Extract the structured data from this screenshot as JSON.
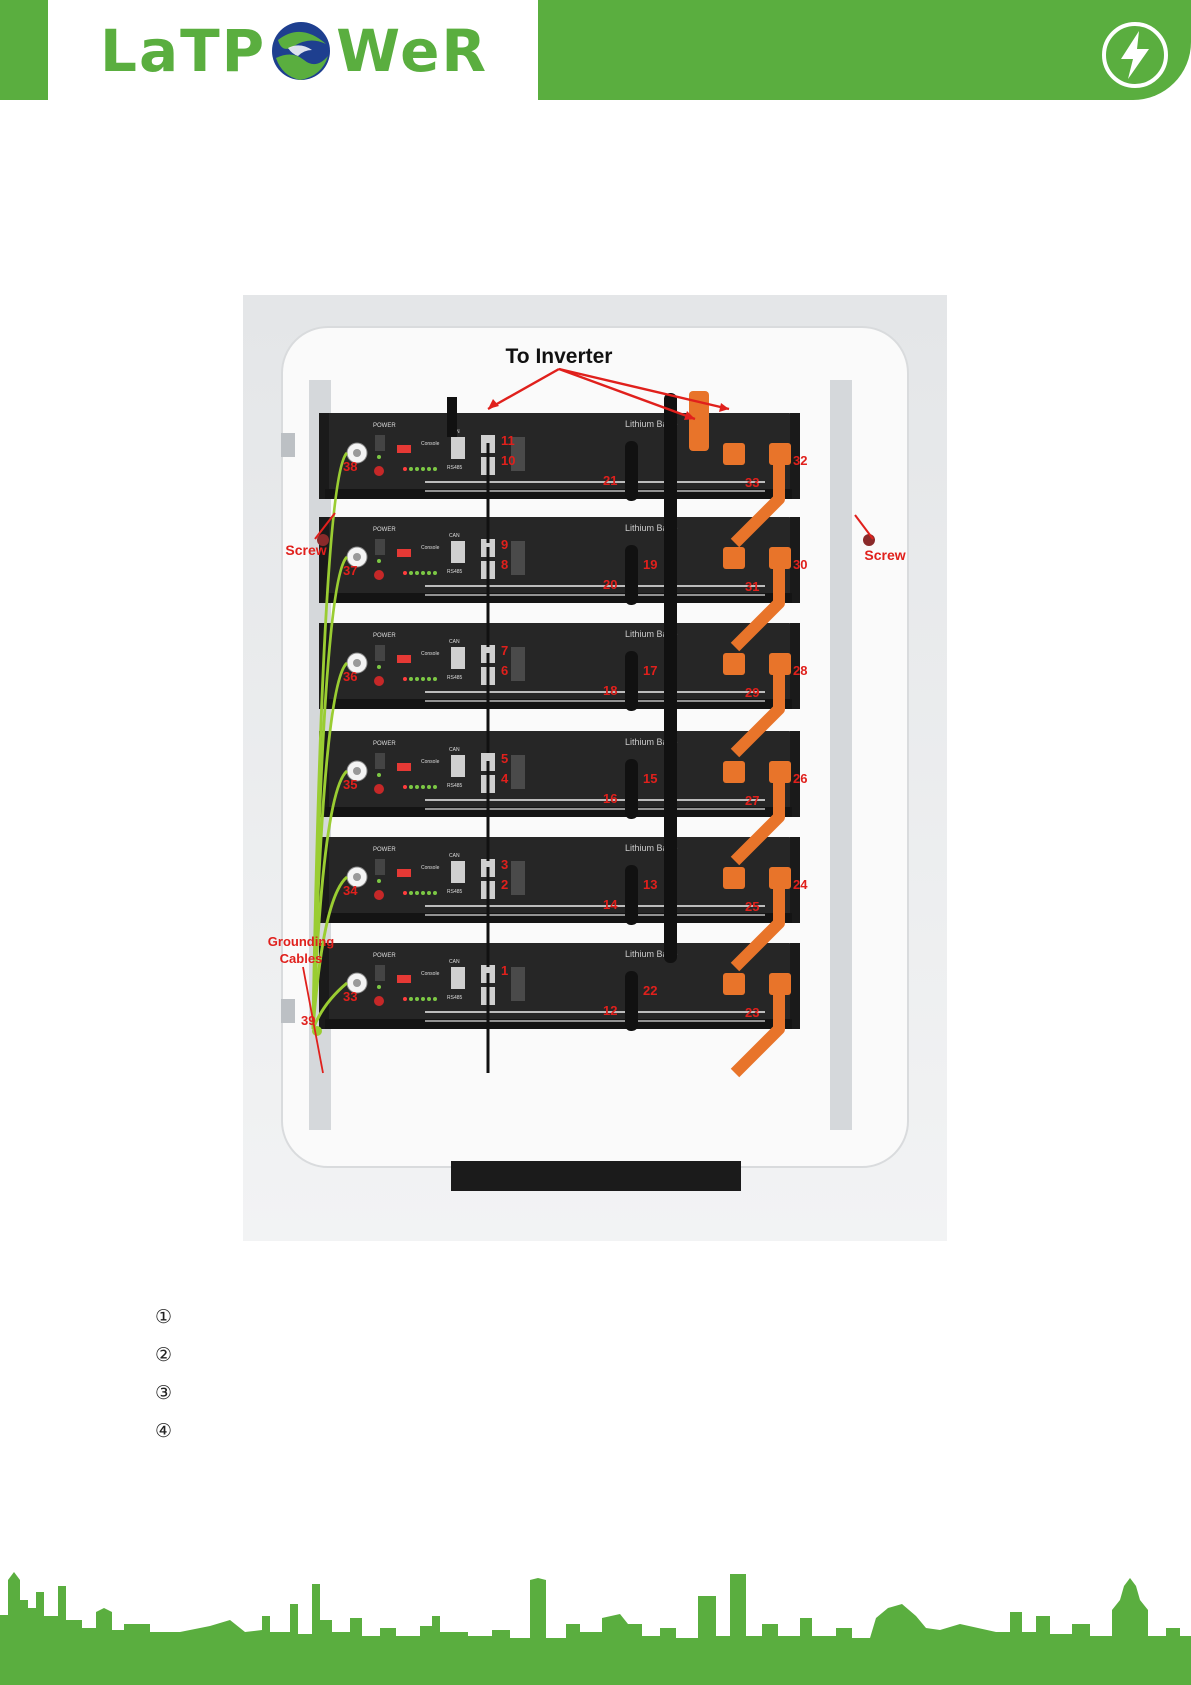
{
  "header": {
    "logo_text_left": "LaTP",
    "logo_text_right": "WeR",
    "brand_color": "#5aae3f",
    "icon": "lightning-bolt-icon"
  },
  "diagram": {
    "title": "To Inverter",
    "screw_left": "Screw",
    "screw_right": "Screw",
    "grounding_line1": "Grounding",
    "grounding_line2": "Cables",
    "battery_label": "Lithium Batte",
    "module_labels": [
      "POWER",
      "CAN",
      "RS485",
      "Console"
    ],
    "modules": [
      {
        "ground": "38",
        "comm": [
          "11",
          "10"
        ],
        "neg": [
          "21"
        ],
        "pos": [
          "33",
          "32"
        ]
      },
      {
        "ground": "37",
        "comm": [
          "9",
          "8"
        ],
        "neg": [
          "20",
          "19"
        ],
        "pos": [
          "31",
          "30"
        ]
      },
      {
        "ground": "36",
        "comm": [
          "7",
          "6"
        ],
        "neg": [
          "18",
          "17"
        ],
        "pos": [
          "29",
          "28"
        ]
      },
      {
        "ground": "35",
        "comm": [
          "5",
          "4"
        ],
        "neg": [
          "16",
          "15"
        ],
        "pos": [
          "27",
          "26"
        ]
      },
      {
        "ground": "34",
        "comm": [
          "3",
          "2"
        ],
        "neg": [
          "14",
          "13"
        ],
        "pos": [
          "25",
          "24"
        ]
      },
      {
        "ground": "33",
        "comm": [
          "1"
        ],
        "neg": [
          "12",
          "22"
        ],
        "pos": [
          "23"
        ]
      }
    ],
    "ground_bus": "39",
    "colors": {
      "cable_pos": "#e8742a",
      "cable_neg": "#111111",
      "ground": "#9acd32",
      "label": "#e0201c"
    }
  },
  "list": [
    {
      "num": "①",
      "text": ""
    },
    {
      "num": "②",
      "text": ""
    },
    {
      "num": "③",
      "text": ""
    },
    {
      "num": "④",
      "text": ""
    }
  ]
}
